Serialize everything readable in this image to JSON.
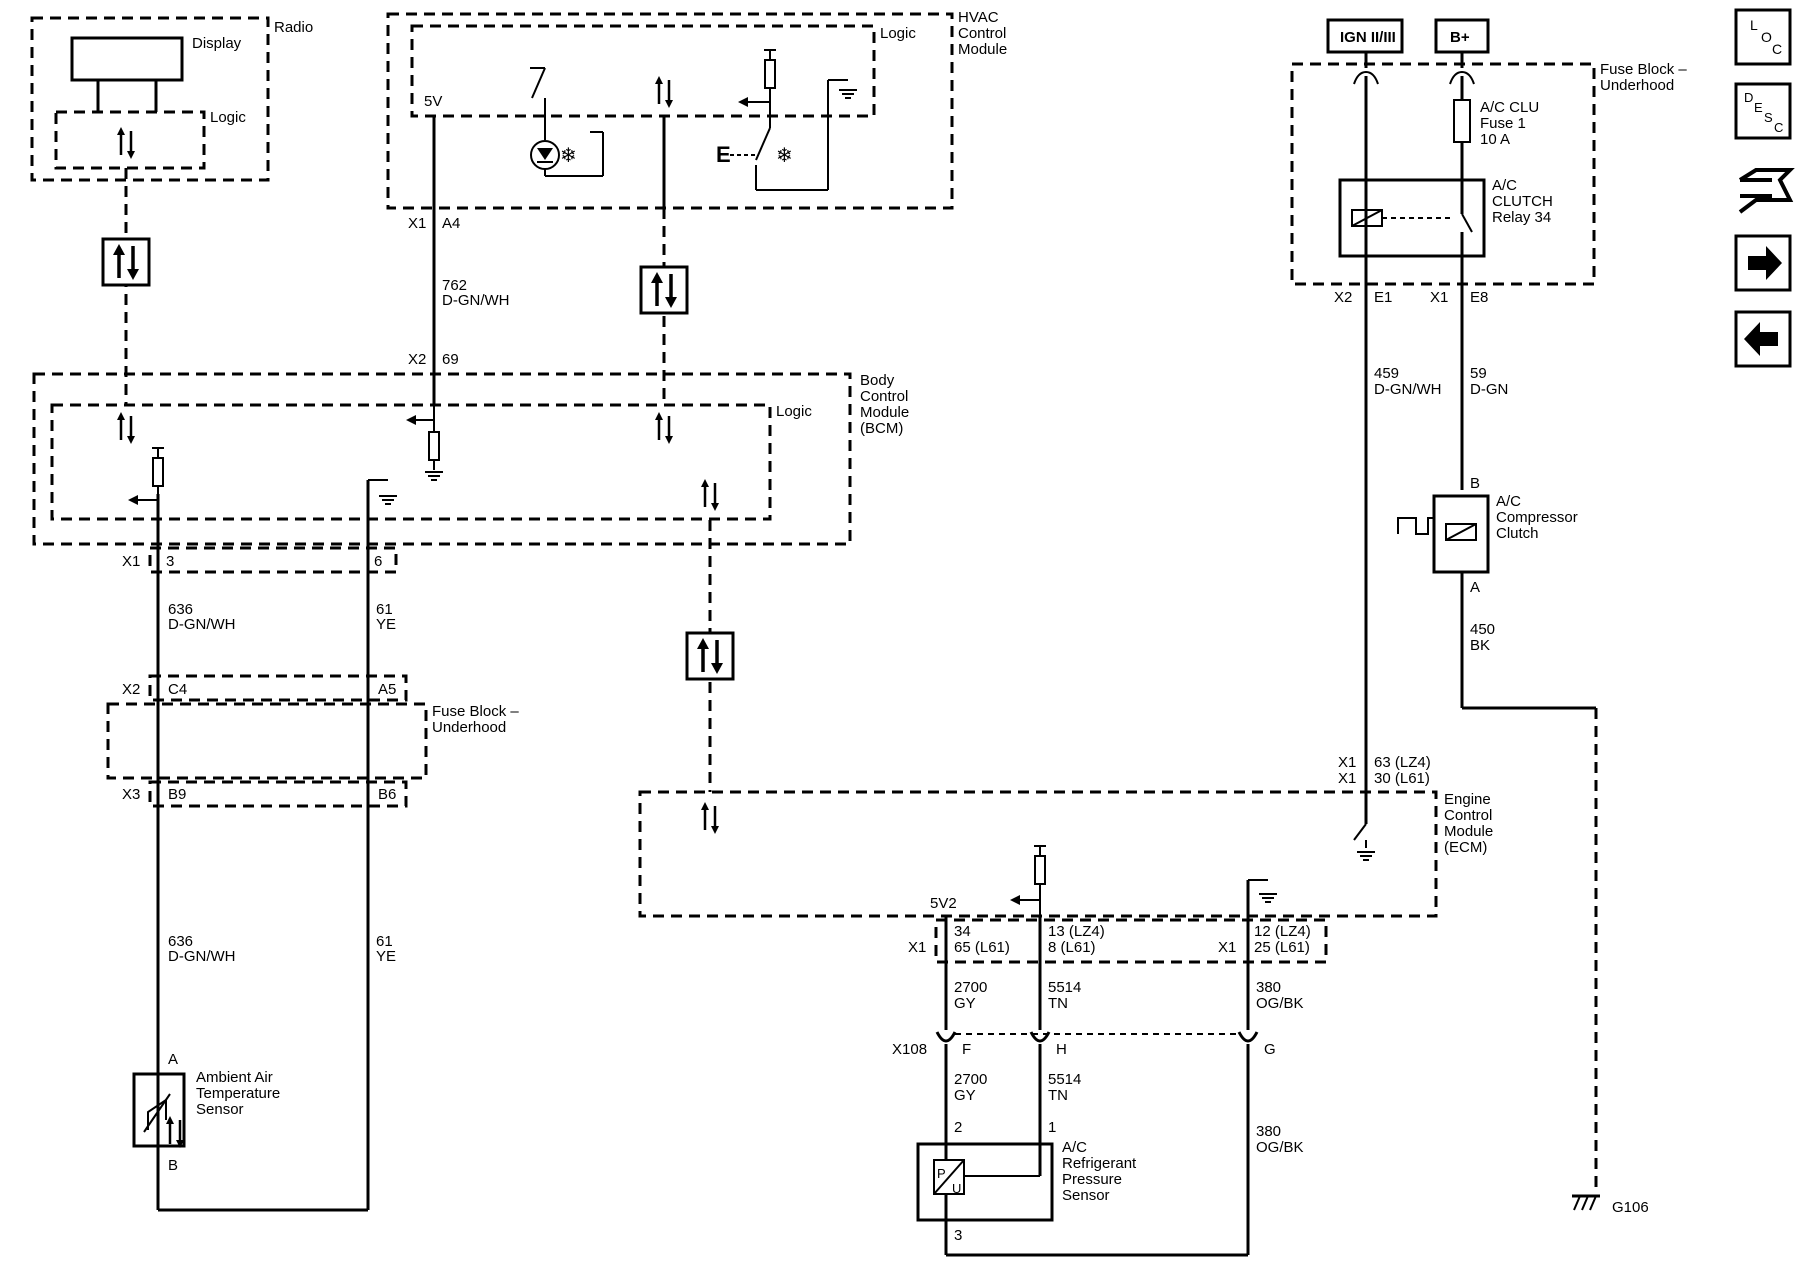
{
  "modules": {
    "radio": {
      "title": "Radio",
      "display": "Display",
      "logic": "Logic"
    },
    "hvac": {
      "title_1": "HVAC",
      "title_2": "Control",
      "title_3": "Module",
      "logic": "Logic",
      "supply": "5V"
    },
    "bcm": {
      "title_1": "Body",
      "title_2": "Control",
      "title_3": "Module",
      "title_4": "(BCM)",
      "logic": "Logic"
    },
    "fuse_block_top": {
      "title_1": "Fuse Block –",
      "title_2": "Underhood",
      "fuse_1": "A/C CLU",
      "fuse_2": "Fuse 1",
      "fuse_3": "10 A",
      "relay_1": "A/C",
      "relay_2": "CLUTCH",
      "relay_3": "Relay 34"
    },
    "fuse_block_mid": {
      "title_1": "Fuse Block –",
      "title_2": "Underhood"
    },
    "ecm": {
      "title_1": "Engine",
      "title_2": "Control",
      "title_3": "Module",
      "title_4": "(ECM)",
      "supply": "5V2"
    }
  },
  "power": {
    "ign": "IGN II/III",
    "batt": "B+"
  },
  "connectors": {
    "x1": "X1",
    "x2": "X2",
    "x3": "X3",
    "x108": "X108",
    "hvac_pin": "A4",
    "bcm_pin_in": "69",
    "bcm_pin_3": "3",
    "bcm_pin_6": "6",
    "fb_c4": "C4",
    "fb_a5": "A5",
    "fb_b9": "B9",
    "fb_b6": "B6",
    "relay_e1": "E1",
    "relay_e8": "E8",
    "ecm_lz4_1": "63 (LZ4)",
    "ecm_l61_1": "30 (L61)",
    "ecm_34": "34",
    "ecm_65": "65 (L61)",
    "ecm_13": "13 (LZ4)",
    "ecm_8": "8 (L61)",
    "ecm_12": "12 (LZ4)",
    "ecm_25": "25 (L61)",
    "inline_f": "F",
    "inline_h": "H",
    "inline_g": "G"
  },
  "wires": {
    "w762": {
      "num": "762",
      "color": "D-GN/WH"
    },
    "w636": {
      "num": "636",
      "color": "D-GN/WH"
    },
    "w61": {
      "num": "61",
      "color": "YE"
    },
    "w459": {
      "num": "459",
      "color": "D-GN/WH"
    },
    "w59": {
      "num": "59",
      "color": "D-GN"
    },
    "w450": {
      "num": "450",
      "color": "BK"
    },
    "w2700": {
      "num": "2700",
      "color": "GY"
    },
    "w5514": {
      "num": "5514",
      "color": "TN"
    },
    "w380": {
      "num": "380",
      "color": "OG/BK"
    }
  },
  "components": {
    "compressor": {
      "l1": "A/C",
      "l2": "Compressor",
      "l3": "Clutch",
      "pin_b": "B",
      "pin_a": "A"
    },
    "ambient": {
      "l1": "Ambient Air",
      "l2": "Temperature",
      "l3": "Sensor",
      "pin_a": "A",
      "pin_b": "B"
    },
    "pressure": {
      "l1": "A/C",
      "l2": "Refrigerant",
      "l3": "Pressure",
      "l4": "Sensor",
      "pin_1": "1",
      "pin_2": "2",
      "pin_3": "3",
      "p": "P",
      "u": "U"
    }
  },
  "ground": "G106",
  "nav": {
    "loc": {
      "l": "L",
      "o": "O",
      "c": "C"
    },
    "desc": {
      "d": "D",
      "e": "E",
      "s": "S",
      "c": "C"
    },
    "icons": [
      "loc-icon",
      "desc-icon",
      "connector-tool-icon",
      "forward-arrow-icon",
      "back-arrow-icon"
    ]
  }
}
